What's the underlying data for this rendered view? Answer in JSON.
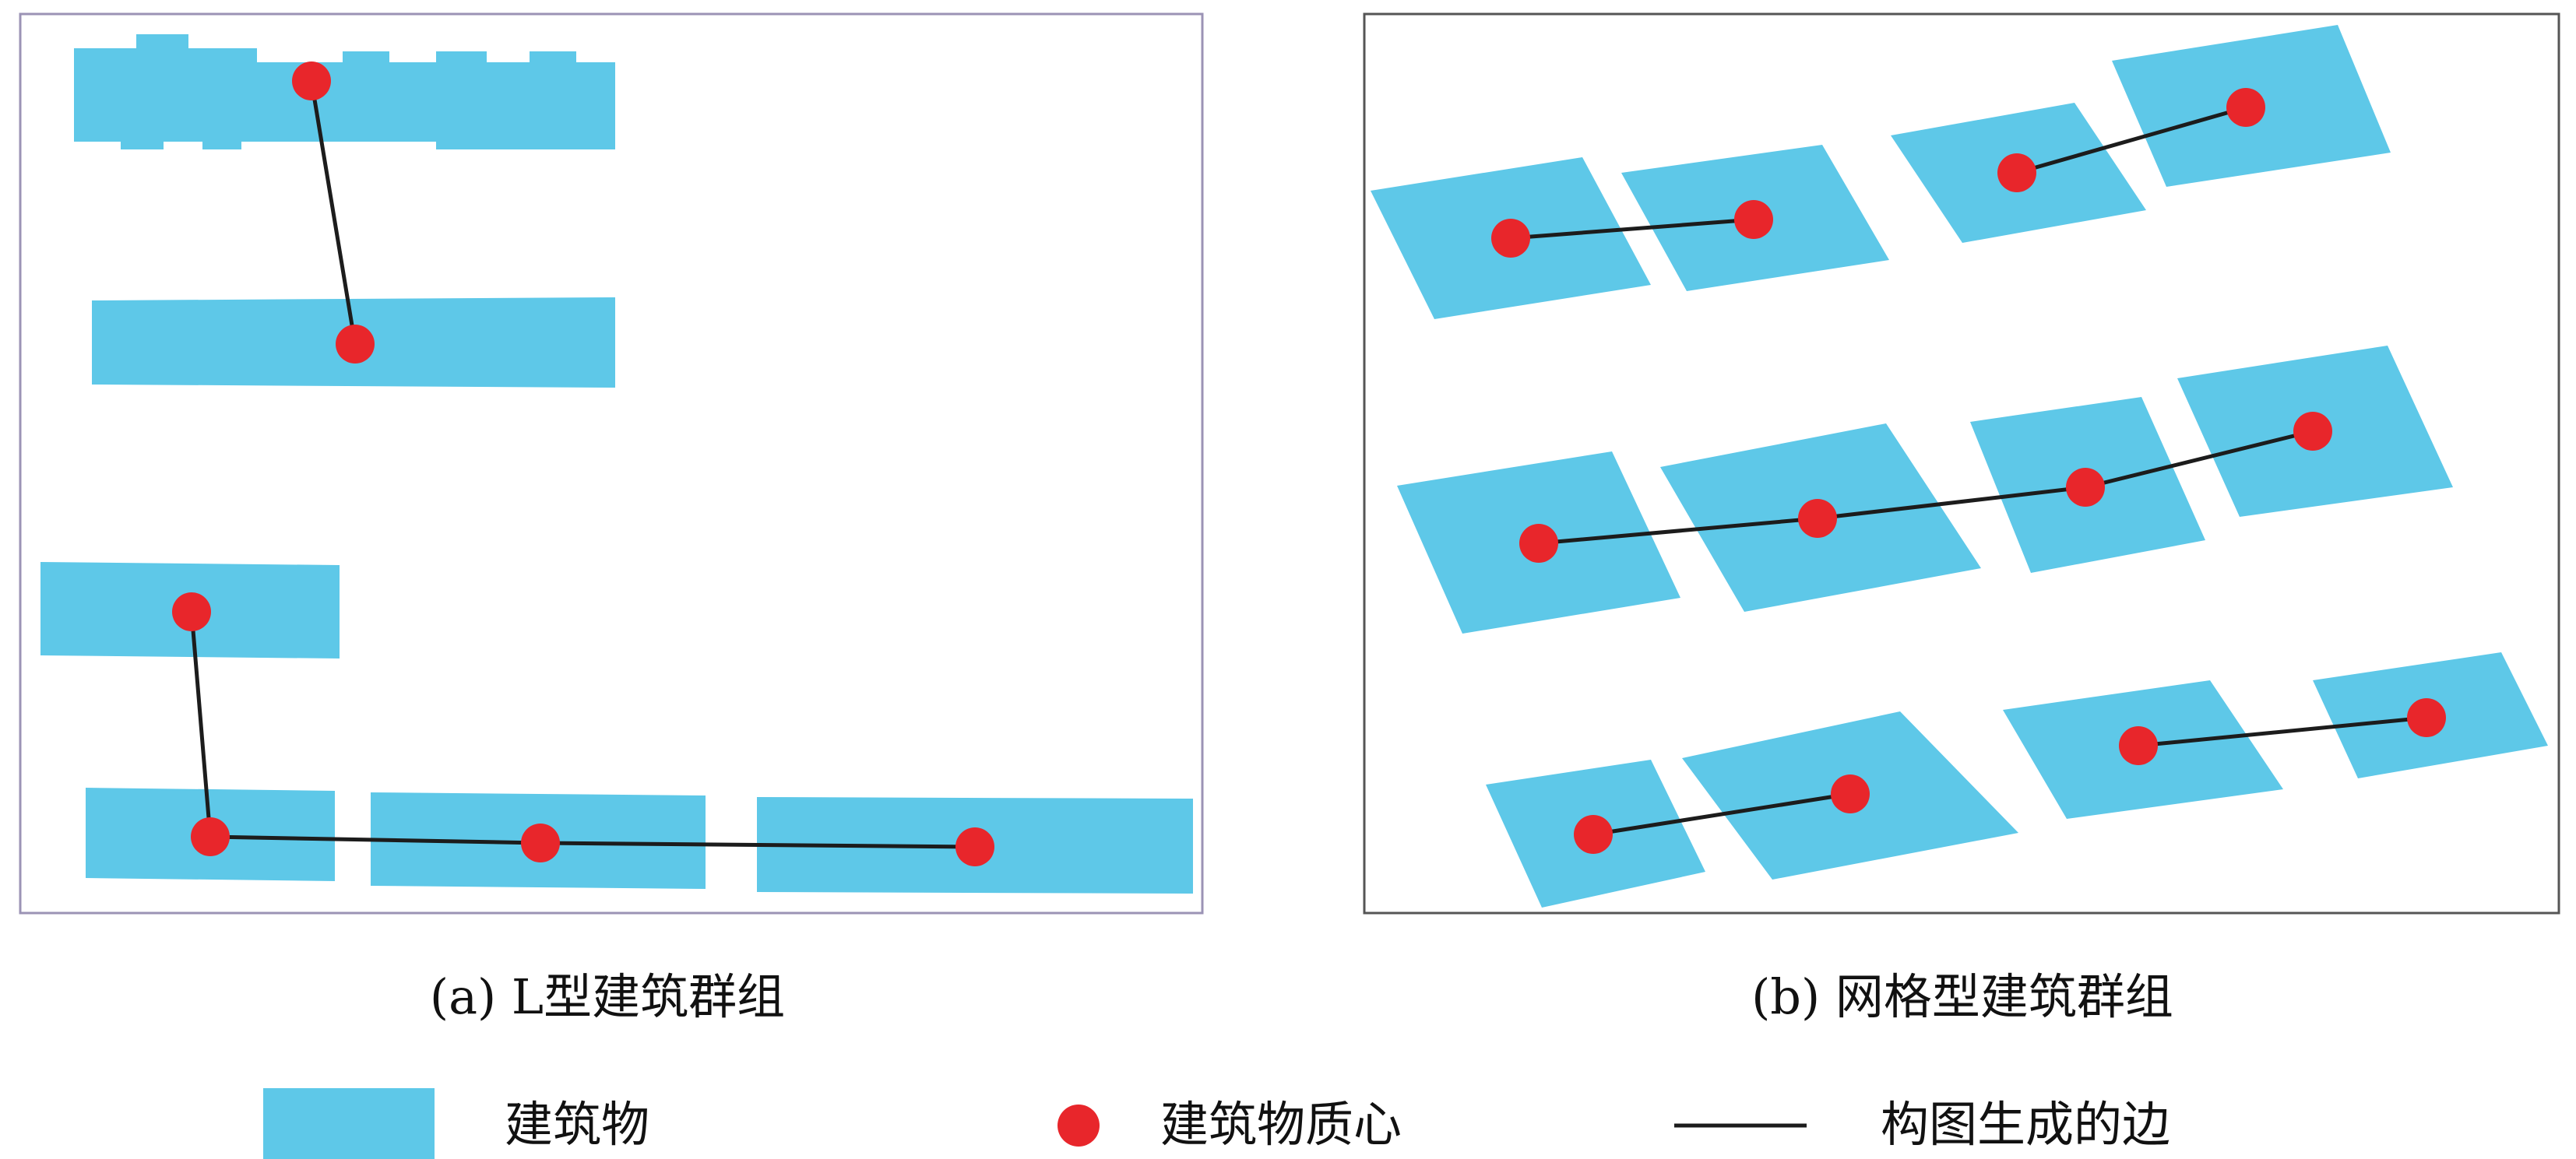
{
  "panels": [
    {
      "id": "a",
      "caption": "(a) L型建筑群组"
    },
    {
      "id": "b",
      "caption": "(b) 网格型建筑群组"
    }
  ],
  "legend": {
    "building": "建筑物",
    "centroid": "建筑物质心",
    "edge": "构图生成的边"
  },
  "colors": {
    "building": "#5ec8e8",
    "centroid": "#e8262b",
    "edge": "#1c1c1c"
  }
}
